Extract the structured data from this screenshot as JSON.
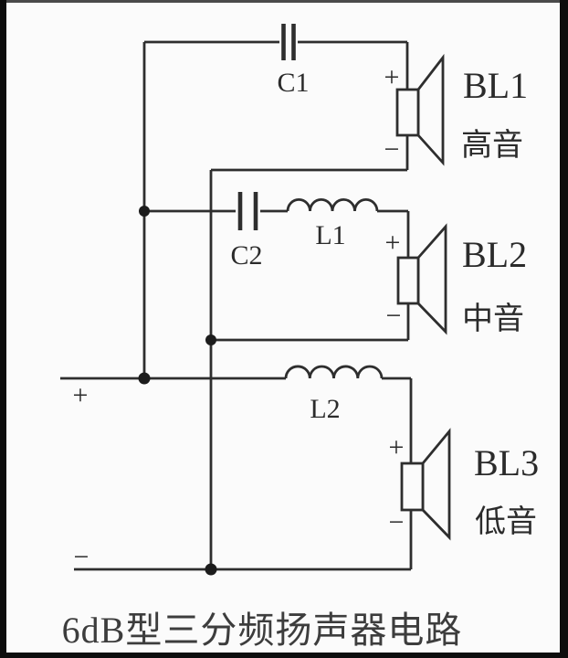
{
  "caption": "6dB型三分频扬声器电路",
  "components": {
    "c1": "C1",
    "c2": "C2",
    "l1": "L1",
    "l2": "L2"
  },
  "input": {
    "plus": "+",
    "minus": "−"
  },
  "speakers": [
    {
      "id": "BL1",
      "range_cn": "高音",
      "plus": "+",
      "minus": "−"
    },
    {
      "id": "BL2",
      "range_cn": "中音",
      "plus": "+",
      "minus": "−"
    },
    {
      "id": "BL3",
      "range_cn": "低音",
      "plus": "+",
      "minus": "−"
    }
  ],
  "colors": {
    "ink": "#2e2e2e",
    "background": "#fbfbfb",
    "frame_bar": "#0d0d0d"
  }
}
